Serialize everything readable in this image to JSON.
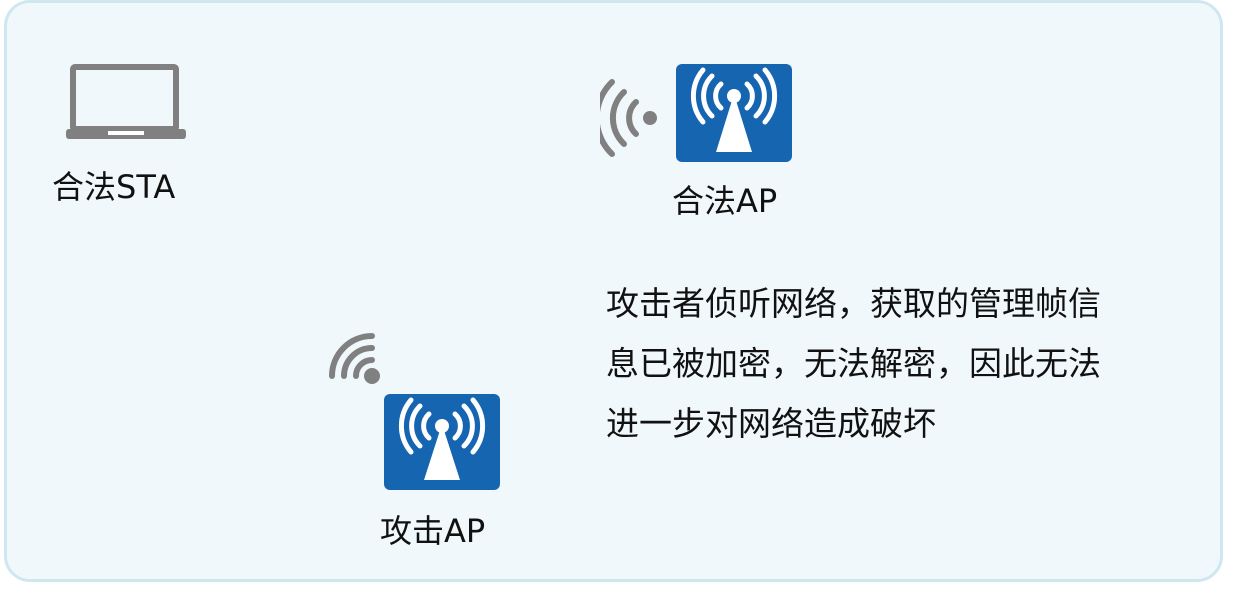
{
  "nodes": {
    "legit_sta": {
      "label": "合法STA",
      "icon": "laptop-icon"
    },
    "legit_ap": {
      "label": "合法AP",
      "icon": "wireless-ap-icon"
    },
    "attack_ap": {
      "label": "攻击AP",
      "icon": "wireless-ap-icon"
    }
  },
  "description": {
    "lines": [
      "攻击者侦听网络，获取的管理帧信",
      "息已被加密，无法解密，因此无法",
      "进一步对网络造成破坏"
    ]
  },
  "colors": {
    "panel_bg": "#f0f8fb",
    "panel_border": "#cfe8f0",
    "ap_blue": "#1565b0",
    "icon_gray": "#808080"
  }
}
